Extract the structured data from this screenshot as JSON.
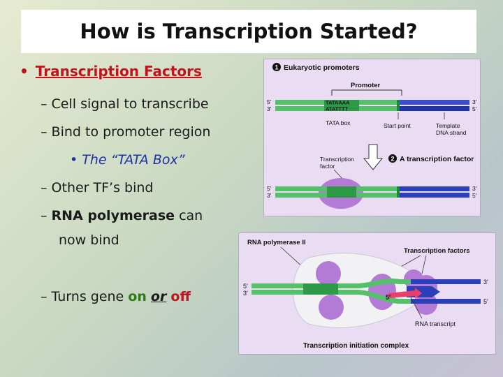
{
  "title": "How is Transcription Started?",
  "bullets": {
    "main": "Transcription Factors",
    "sub1": "– Cell signal to transcribe",
    "sub2": "– Bind to promoter region",
    "subsub": "The “TATA Box”",
    "sub3": "– Other TF’s bind",
    "sub4_dash": "– ",
    "sub4_bold": "RNA polymerase",
    "sub4_rest": " can",
    "sub4_line2": "now bind",
    "sub5_a": "– Turns gene ",
    "sub5_on": "on",
    "sub5_or": "or",
    "sub5_off": "off"
  },
  "figure1": {
    "step1_num": "1",
    "step1_label": "Eukaryotic promoters",
    "promoter_label": "Promoter",
    "strand_top_left": "5′",
    "strand_bottom_left": "3′",
    "strand_top_right": "3′",
    "strand_bottom_right": "5′",
    "tata_top": "TATAAAA",
    "tata_bottom": "ATATTTT",
    "tata_box_label": "TATA box",
    "start_point_label": "Start point",
    "template_label_1": "Template",
    "template_label_2": "DNA strand",
    "tf_label_1": "Transcription",
    "tf_label_2": "factor",
    "step2_num": "2",
    "step2_label": "A transcription factor",
    "strand2_top_left": "5′",
    "strand2_bottom_left": "3′",
    "strand2_top_right": "3′",
    "strand2_bottom_right": "5′"
  },
  "figure2": {
    "rna_pol_label": "RNA polymerase II",
    "tfs_label": "Transcription factors",
    "left_top": "5′",
    "left_bottom": "3′",
    "right_top": "3′",
    "right_bottom": "5′",
    "mid_label": "5′",
    "rna_transcript_label": "RNA transcript",
    "complex_label": "Transcription initiation complex"
  },
  "colors": {
    "title_red": "#c0141c",
    "dna_blue": "#2b3fb8",
    "dna_green": "#55c06a",
    "tf_purple": "#b37ad6",
    "rna_pink": "#e8406a"
  }
}
